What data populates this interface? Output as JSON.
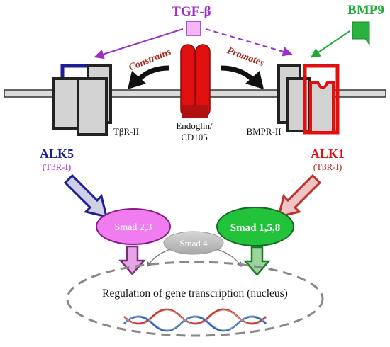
{
  "labels": {
    "tgf": "TGF-β",
    "bmp9": "BMP9",
    "constrains": "Constrains",
    "promotes": "Promotes",
    "tbr2": "TβR-II",
    "endoglin_line1": "Endoglin/",
    "endoglin_line2": "CD105",
    "bmpr2": "BMPR-II",
    "alk5": "ALK5",
    "alk5_sub": "(TβR-I)",
    "alk1": "ALK1",
    "alk1_sub": "(TβR-I)",
    "smad23": "Smad 2,3",
    "smad158": "Smad 1,5,8",
    "smad4": "Smad 4",
    "nucleus": "Regulation of gene transcription (nucleus)"
  },
  "colors": {
    "tgf": "#9b30c8",
    "bmp9": "#1faa3a",
    "alk5": "#1e1e96",
    "alk1": "#e01010",
    "endoglin": "#dd1111",
    "smad23_fill": "#f07cf0",
    "smad158_fill": "#22c33a",
    "smad4_fill": "#bdbdbd",
    "receptor_fill": "#d2d2d2",
    "constrains_text": "#a0281e",
    "promotes_text": "#a0281e"
  }
}
